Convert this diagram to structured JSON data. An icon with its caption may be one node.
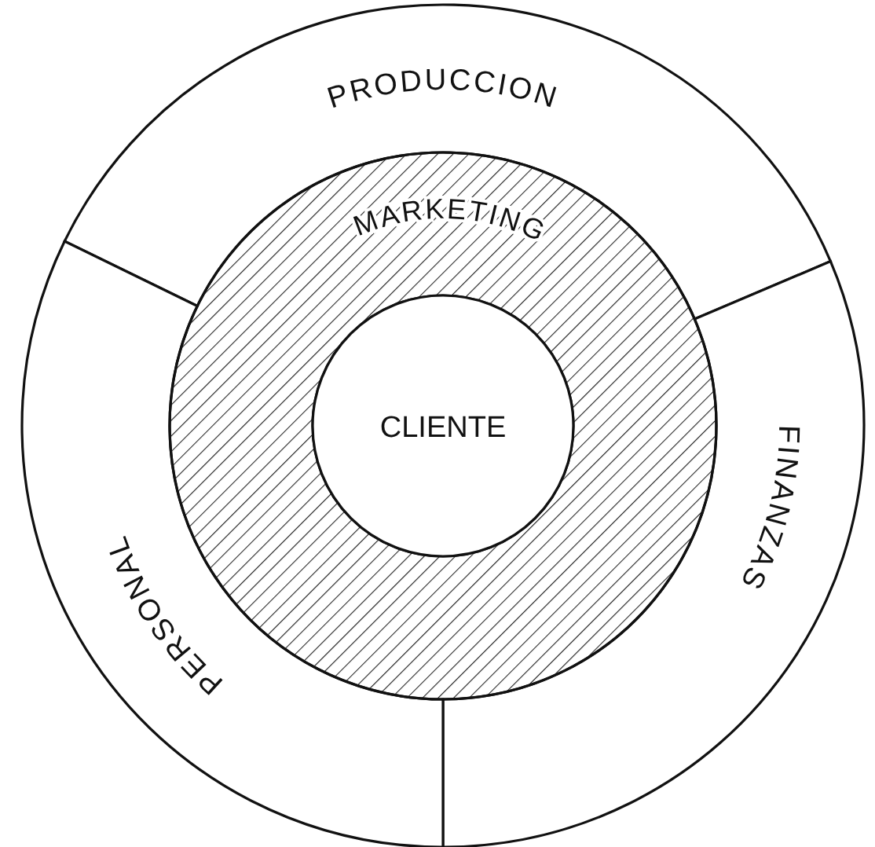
{
  "diagram": {
    "nodes": [
      {
        "text": [
          "PRODUCCION"
        ]
      },
      {
        "text": [
          "FINANZAS"
        ]
      },
      {
        "text": [
          "PERSONAL"
        ]
      },
      {
        "text": [
          "MARKETING"
        ]
      },
      {
        "text": [
          "CLIENTE"
        ],
        "in": 3
      }
    ]
  }
}
